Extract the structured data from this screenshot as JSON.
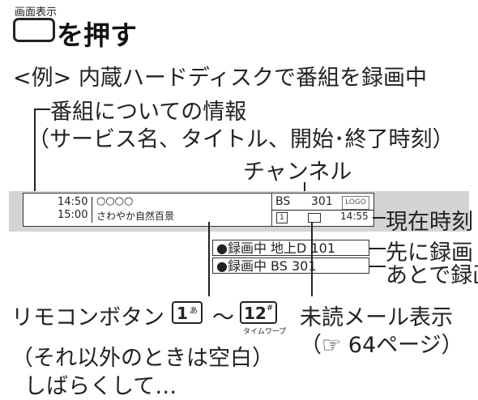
{
  "header": {
    "button_caption": "画面表示",
    "action_label": "を押す"
  },
  "example_caption": "<例> 内蔵ハードディスクで番組を録画中",
  "annotations": {
    "program_info": "番組についての情報",
    "program_info_detail": "（サービス名、タイトル、開始･終了時刻）",
    "channel": "チャンネル",
    "current_time": "現在時刻",
    "recording_first": "先に録画",
    "recording_second": "あとで録画",
    "remote_button": "リモコンボタン",
    "range_tilde": "～",
    "other_blank": "（それ以外のときは空白）",
    "unread_mail": "未読メール表示",
    "page_ref": "（☞ 64ページ）",
    "after_a_while": "しばらくして…"
  },
  "display": {
    "start_time": "14:50",
    "end_time": "15:00",
    "service_name": "○○○○",
    "program_title": "さわやか自然百景",
    "broadcast_type": "BS",
    "channel_number": "301",
    "logo_text": "LOGO",
    "remote_number_badge": "1",
    "clock": "14:55",
    "recording_rows": [
      "●録画中 地上D 101",
      "●録画中 BS     301"
    ]
  },
  "remote_keys": {
    "first_key": "1",
    "first_key_kana": "あ",
    "last_key": "12",
    "last_key_kana": "#",
    "last_key_caption": "タイムワープ"
  }
}
